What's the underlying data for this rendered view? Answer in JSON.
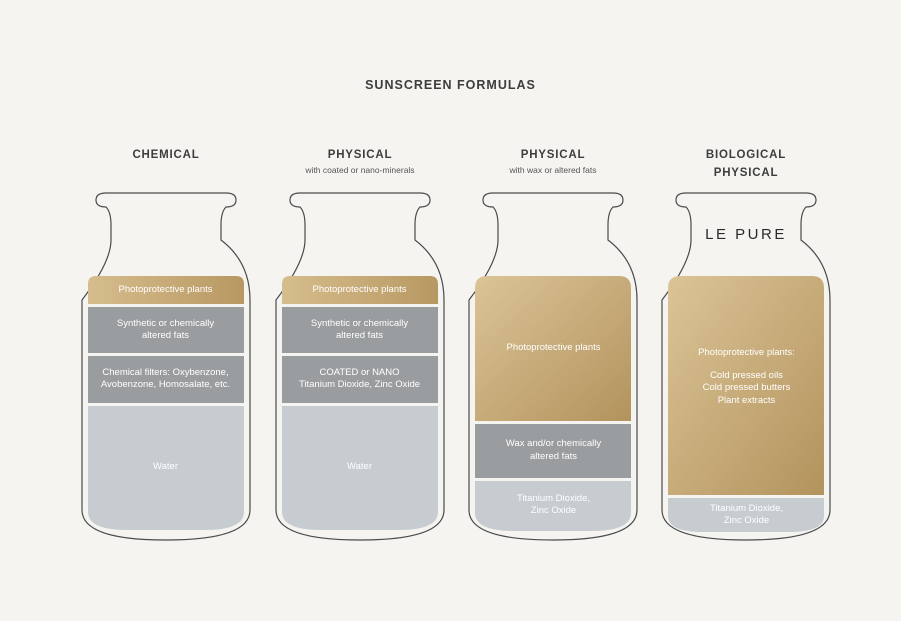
{
  "title": "SUNSCREEN FORMULAS",
  "colors": {
    "background": "#f5f4f0",
    "gold": "#c4a870",
    "dark_gray": "#9a9d9f",
    "light_gray": "#c6ccd0",
    "outline": "#4a4a4a"
  },
  "columns": [
    {
      "heading": "CHEMICAL",
      "heading_line2": "",
      "subtitle": "",
      "layers": [
        {
          "lines": [
            "Photoprotective plants"
          ],
          "color": "gold"
        },
        {
          "lines": [
            "Synthetic or chemically",
            "altered fats"
          ],
          "color": "dark_gray"
        },
        {
          "lines": [
            "Chemical filters: Oxybenzone,",
            "Avobenzone, Homosalate, etc."
          ],
          "color": "dark_gray"
        },
        {
          "lines": [
            "Water"
          ],
          "color": "light_gray"
        }
      ]
    },
    {
      "heading": "PHYSICAL",
      "heading_line2": "",
      "subtitle": "with coated or nano-minerals",
      "layers": [
        {
          "lines": [
            "Photoprotective plants"
          ],
          "color": "gold"
        },
        {
          "lines": [
            "Synthetic or chemically",
            "altered fats"
          ],
          "color": "dark_gray"
        },
        {
          "lines": [
            "COATED or NANO",
            "Titanium Dioxide, Zinc Oxide"
          ],
          "color": "dark_gray"
        },
        {
          "lines": [
            "Water"
          ],
          "color": "light_gray"
        }
      ]
    },
    {
      "heading": "PHYSICAL",
      "heading_line2": "",
      "subtitle": "with wax or altered fats",
      "layers": [
        {
          "lines": [
            "Photoprotective plants"
          ],
          "color": "gold"
        },
        {
          "lines": [
            "Wax and/or chemically",
            "altered fats"
          ],
          "color": "dark_gray"
        },
        {
          "lines": [
            "Titanium Dioxide,",
            "Zinc Oxide"
          ],
          "color": "light_gray"
        }
      ]
    },
    {
      "heading": "BIOLOGICAL",
      "heading_line2": "PHYSICAL",
      "subtitle": "",
      "brand": "LE PURE",
      "layers": [
        {
          "lines": [
            "Photoprotective plants:",
            "",
            "Cold pressed oils",
            "Cold pressed butters",
            "Plant extracts"
          ],
          "color": "gold"
        },
        {
          "lines": [
            "Titanium Dioxide,",
            "Zinc Oxide"
          ],
          "color": "light_gray"
        }
      ]
    }
  ]
}
